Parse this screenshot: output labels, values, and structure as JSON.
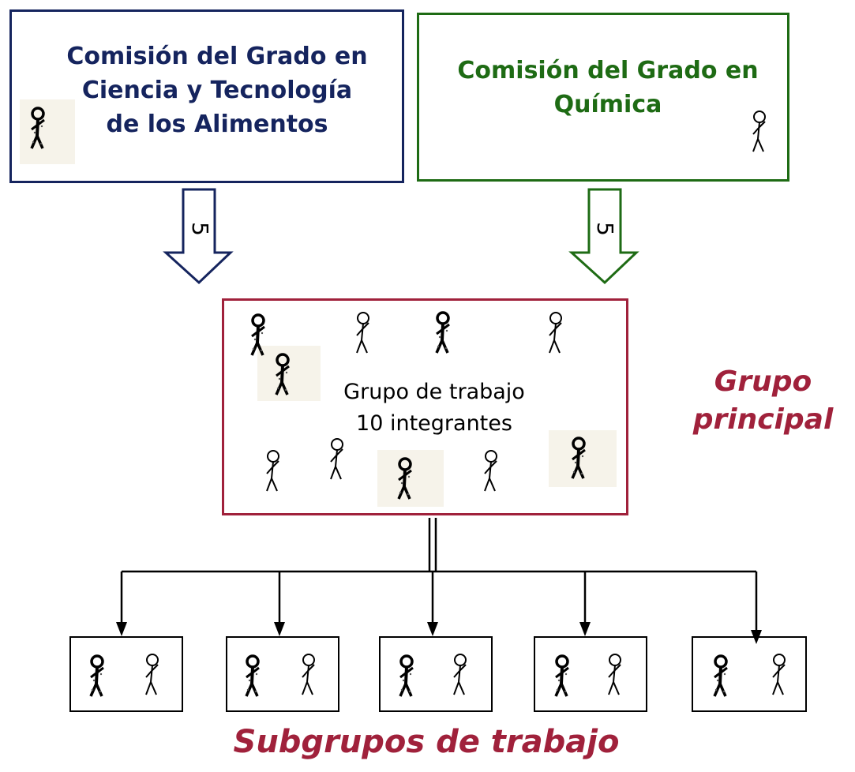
{
  "colors": {
    "navy": "#15245e",
    "green": "#1e6b14",
    "crimson": "#a0213b",
    "black": "#000000"
  },
  "boxes": {
    "food_science_committee": {
      "line1": "Comisión del Grado en",
      "line2": "Ciencia y Tecnología",
      "line3": "de los Alimentos"
    },
    "chemistry_committee": {
      "line1": "Comisión del Grado en",
      "line2": "Química"
    },
    "working_group": {
      "line1": "Grupo de trabajo",
      "line2": "10 integrantes"
    }
  },
  "arrows": {
    "left_count": "5",
    "right_count": "5"
  },
  "labels": {
    "main_group_line1": "Grupo",
    "main_group_line2": "principal",
    "subgroups": "Subgrupos de trabajo"
  },
  "icons": {
    "stick_figure": "stick-figure-icon",
    "stick_figure_sketchy": "sketchy-stick-figure-icon"
  }
}
